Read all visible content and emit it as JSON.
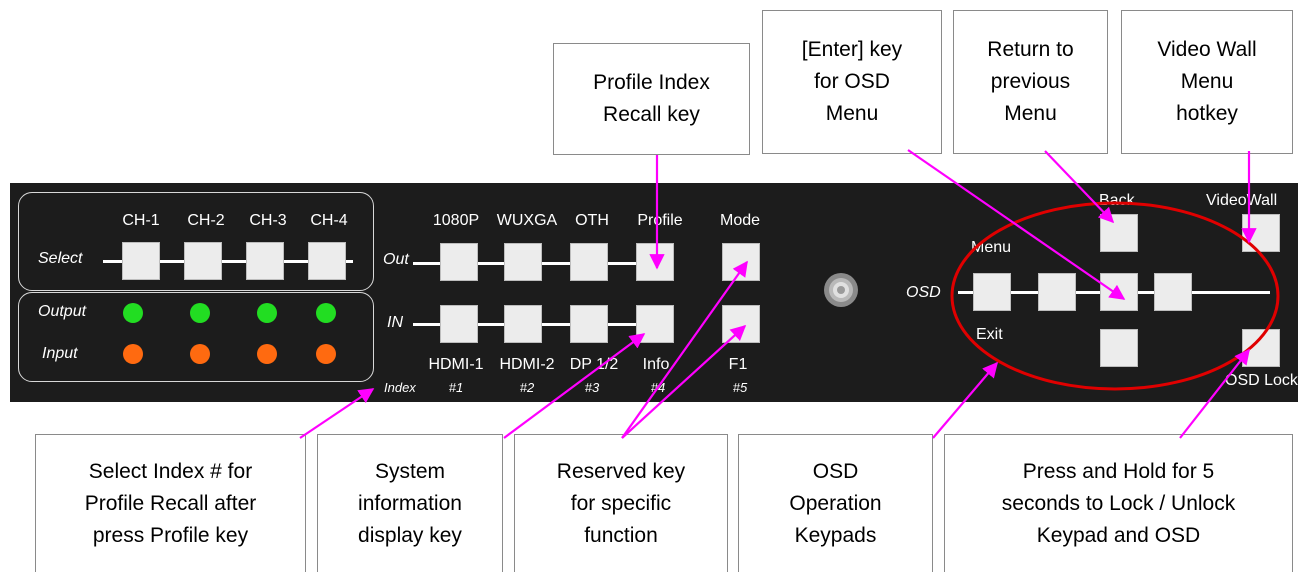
{
  "callouts_top": [
    {
      "name": "profile-index-recall-callout",
      "text": "Profile Index\nRecall key"
    },
    {
      "name": "enter-key-callout",
      "text": "[Enter] key\nfor OSD\nMenu"
    },
    {
      "name": "return-previous-callout",
      "text": "Return to\nprevious\nMenu"
    },
    {
      "name": "video-wall-callout",
      "text": "Video Wall\nMenu\nhotkey"
    }
  ],
  "callouts_bottom": [
    {
      "name": "select-index-callout",
      "text": "Select Index # for\nProfile Recall after\npress Profile key"
    },
    {
      "name": "system-info-callout",
      "text": "System\ninformation\ndisplay key"
    },
    {
      "name": "reserved-key-callout",
      "text": "Reserved key\nfor specific\nfunction"
    },
    {
      "name": "osd-operation-callout",
      "text": "OSD\nOperation\nKeypads"
    },
    {
      "name": "press-hold-callout",
      "text": "Press and Hold for 5\nseconds to Lock / Unlock\nKeypad and OSD"
    }
  ],
  "panel": {
    "select_label": "Select",
    "output_label": "Output",
    "input_label": "Input",
    "channels": [
      "CH-1",
      "CH-2",
      "CH-3",
      "CH-4"
    ],
    "out_label": "Out",
    "in_label": "IN",
    "out_keys": [
      "1080P",
      "WUXGA",
      "OTH",
      "Profile"
    ],
    "in_keys": [
      "HDMI-1",
      "HDMI-2",
      "DP 1/2",
      "Info"
    ],
    "index_label": "Index",
    "index_numbers": [
      "#1",
      "#2",
      "#3",
      "#4",
      "#5"
    ],
    "mode_label": "Mode",
    "f1_label": "F1",
    "osd_label": "OSD",
    "menu_label": "Menu",
    "exit_label": "Exit",
    "back_label": "Back",
    "videowall_label": "VideoWall",
    "osdlock_label": "OSD Lock"
  },
  "colors": {
    "panel": "#1c1c1c",
    "arrow": "#ff00ff",
    "highlight_ellipse": "#e00000",
    "led_output": "#22dd22",
    "led_input": "#ff6a10"
  }
}
